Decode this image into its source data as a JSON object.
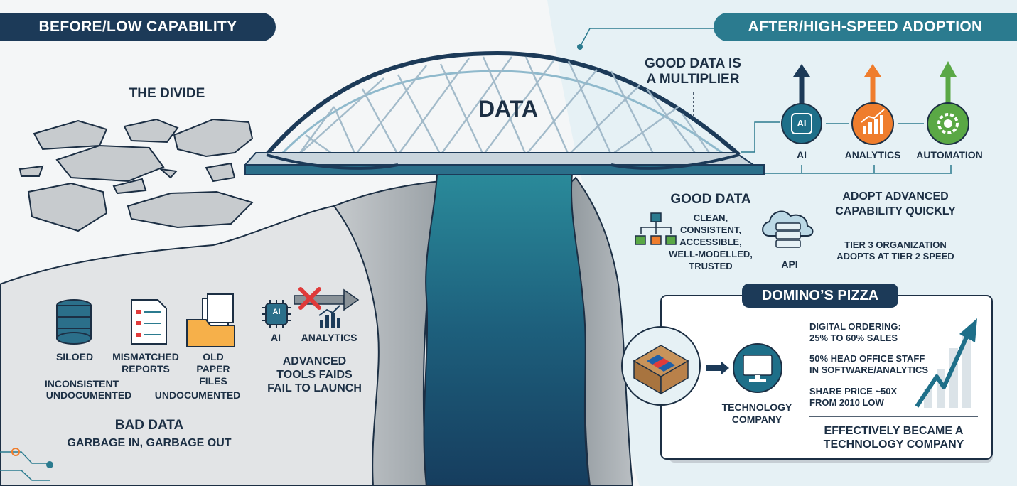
{
  "banners": {
    "before": "BEFORE/LOW CAPABILITY",
    "after": "AFTER/HIGH-SPEED ADOPTION"
  },
  "left": {
    "divide_title": "THE DIVIDE",
    "items": {
      "siloed": "SILOED",
      "inconsistent": "INCONSISTENT",
      "undocumented_1": "UNDOCUMENTED",
      "mismatched": "MISMATCHED",
      "reports": "REPORTS",
      "old": "OLD",
      "paper": "PAPER",
      "files": "FILES",
      "undocumented_2": "UNDOCUMENTED"
    },
    "bad_data_title": "BAD DATA",
    "bad_data_sub": "GARBAGE IN, GARBAGE OUT",
    "tools": {
      "ai": "AI",
      "ai_chip": "AI",
      "analytics": "ANALYTICS",
      "fail_line1": "ADVANCED",
      "fail_line2": "TOOLS FAIDS",
      "fail_line3": "FAIL TO LAUNCH"
    }
  },
  "bridge": {
    "label": "DATA"
  },
  "right": {
    "multiplier_line1": "GOOD DATA IS",
    "multiplier_line2": "A MULTIPLIER",
    "capabilities": {
      "ai": "AI",
      "ai_chip": "AI",
      "analytics": "ANALYTICS",
      "automation": "AUTOMATION"
    },
    "good_data_title": "GOOD DATA",
    "good_data_traits": [
      "CLEAN,",
      "CONSISTENT,",
      "ACCESSIBLE,",
      "WELL-MODELLED,",
      "TRUSTED"
    ],
    "api": "API",
    "adopt_line1": "ADOPT ADVANCED",
    "adopt_line2": "CAPABILITY QUICKLY",
    "tier_line1": "TIER 3 ORGANIZATION",
    "tier_line2": "ADOPTS AT TIER 2 SPEED"
  },
  "dominos": {
    "title": "DOMINO’S PIZZA",
    "tech_line1": "TECHNOLOGY",
    "tech_line2": "COMPANY",
    "stat1_line1": "DIGITAL ORDERING:",
    "stat1_line2": "25% TO 60% SALES",
    "stat2_line1": "50% HEAD OFFICE STAFF",
    "stat2_line2": "IN SOFTWARE/ANALYTICS",
    "stat3_line1": "SHARE PRICE ~50X",
    "stat3_line2": "FROM 2010 LOW",
    "conclusion_line1": "EFFECTIVELY BECAME A",
    "conclusion_line2": "TECHNOLOGY COMPANY"
  },
  "colors": {
    "navy": "#1c3a58",
    "teal": "#2b7b8f",
    "river_top": "#2a8a9a",
    "river_bottom": "#163d5e",
    "orange": "#ef7d2d",
    "green": "#5aa845",
    "red_x": "#e03a3a"
  },
  "icons": [
    "database-icon",
    "report-checklist-icon",
    "folder-files-icon",
    "ai-chip-icon",
    "red-x-icon",
    "bar-chart-icon",
    "gear-icon",
    "hierarchy-icon",
    "cloud-server-icon",
    "pizza-box-icon",
    "computer-monitor-icon",
    "rising-arrow-icon"
  ]
}
